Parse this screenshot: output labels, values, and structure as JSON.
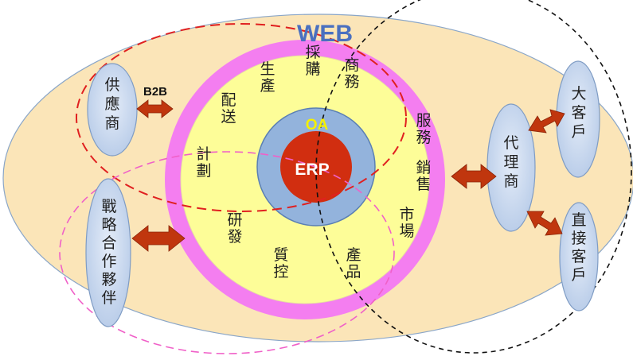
{
  "colors": {
    "outer_ellipse": "#fbe5b8",
    "web_ring": "#f47ef0",
    "inner_disc": "#fdfd98",
    "oa_circle": "#93b3dc",
    "erp_circle": "#d12e10",
    "node_fill": "#c9daf0",
    "arrow": "#c0360e",
    "red_dash": "#e02020",
    "pink_dash": "#f060c8",
    "black_dash": "#111111"
  },
  "center": {
    "web": "WEB",
    "oa": "OA",
    "erp": "ERP"
  },
  "functions": {
    "procurement": "採購",
    "commerce": "商務",
    "production": "生產",
    "delivery": "配送",
    "planning": "計劃",
    "service": "服務",
    "sales": "銷售",
    "market": "市場",
    "rnd": "研發",
    "quality": "質控",
    "product": "產品"
  },
  "nodes": {
    "supplier": "供應商",
    "strategic_partner": "戰略合作夥伴",
    "agent": "代理商",
    "big_customer": "大客戶",
    "direct_customer": "直接客戶"
  },
  "links": {
    "b2b": "B2B"
  }
}
